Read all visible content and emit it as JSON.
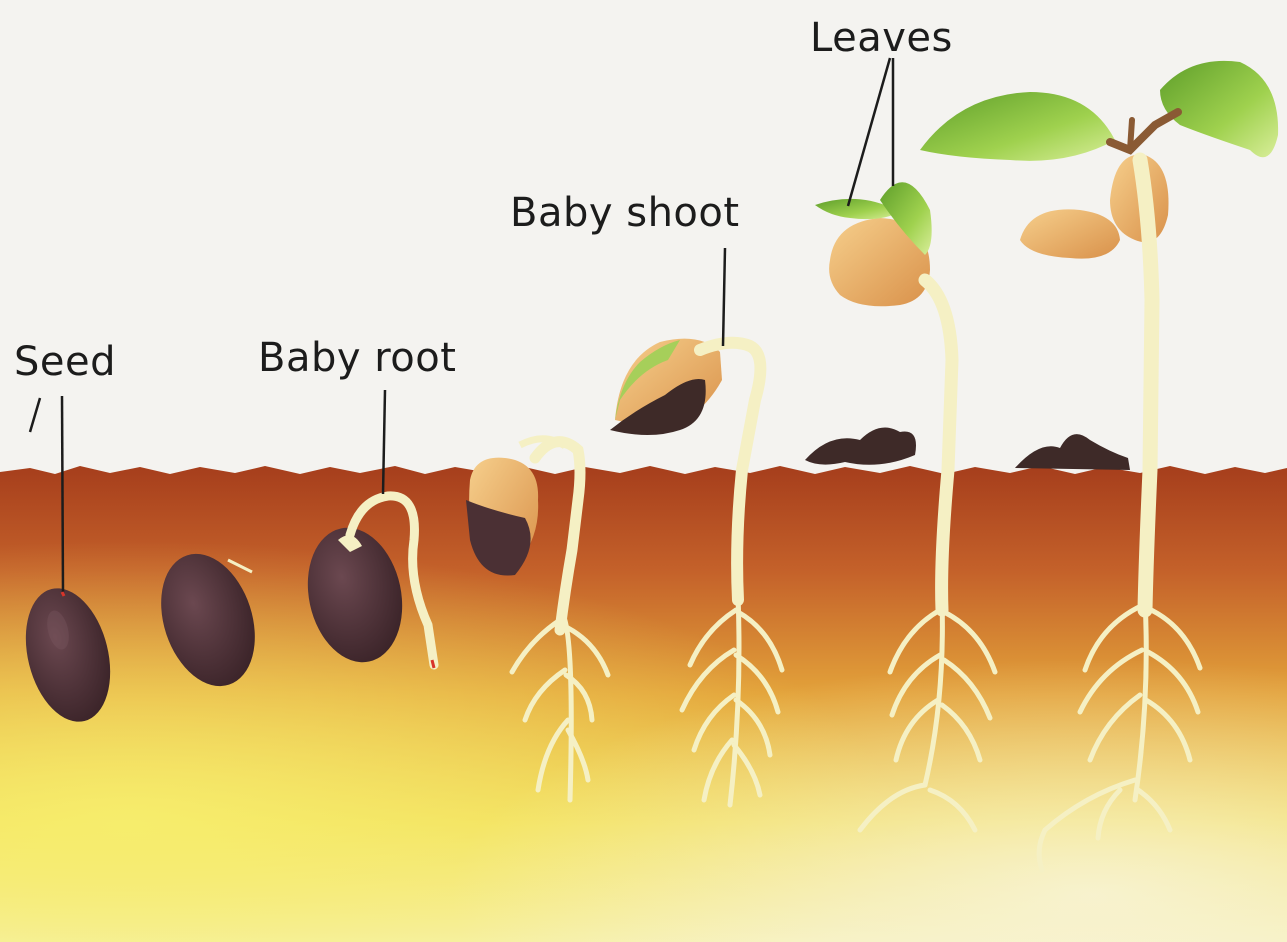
{
  "labels": {
    "seed": "Seed",
    "baby_root": "Baby root",
    "baby_shoot": "Baby shoot",
    "leaves": "Leaves"
  },
  "colors": {
    "sky": "#f4f3f0",
    "soil_top": "#a9411d",
    "soil_mid": "#d8862e",
    "soil_bottom": "#f3e96a",
    "seed_coat": "#4b3034",
    "cotyledon": "#e6a45a",
    "stem": "#f5f0c4",
    "leaf": "#8cc63f",
    "leader_line": "#1c1c1c"
  },
  "stages": [
    {
      "id": "stage-1",
      "name": "seed"
    },
    {
      "id": "stage-2",
      "name": "swollen-seed"
    },
    {
      "id": "stage-3",
      "name": "baby-root"
    },
    {
      "id": "stage-4",
      "name": "hook-shoot"
    },
    {
      "id": "stage-5",
      "name": "baby-shoot"
    },
    {
      "id": "stage-6",
      "name": "first-leaves"
    },
    {
      "id": "stage-7",
      "name": "seedling"
    }
  ]
}
